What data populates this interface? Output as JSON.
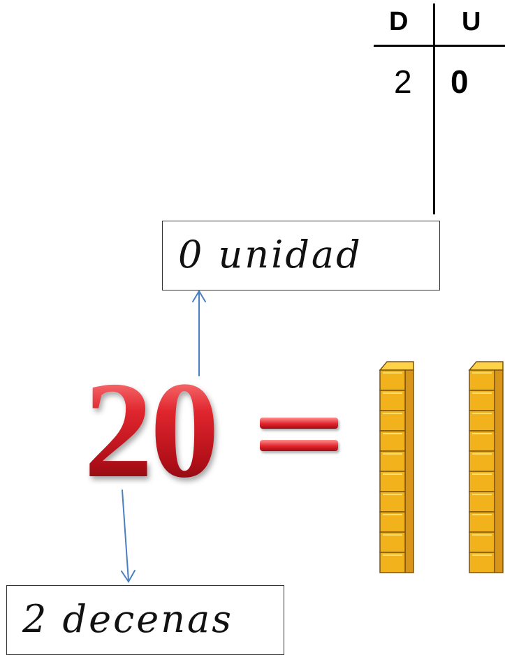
{
  "place_value_table": {
    "header_tens": "D",
    "header_units": "U",
    "tens_value": "2",
    "units_value": "0"
  },
  "number": "20",
  "equals_symbol": "=",
  "labels": {
    "units_label": "0 unidad",
    "tens_label": "2 decenas"
  },
  "ten_rods": {
    "count": 2,
    "cubes_per_rod": 10,
    "rod_color": "#f2b21c",
    "rod_edge_color": "#7a5410"
  },
  "colors": {
    "number_red": "#d8242b",
    "arrow_blue": "#4a7fc0"
  }
}
